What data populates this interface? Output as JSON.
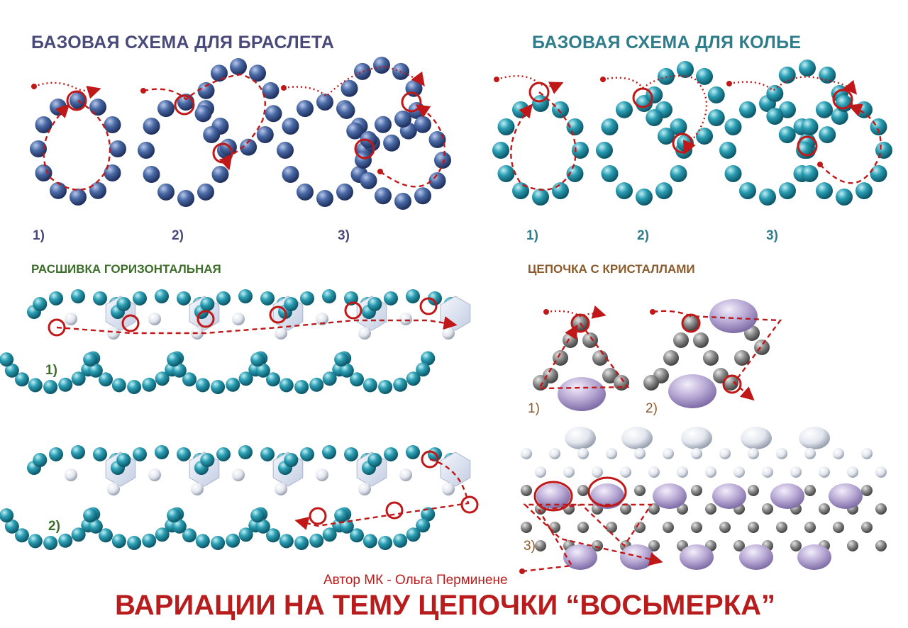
{
  "bracelet": {
    "title": "БАЗОВАЯ СХЕМА ДЛЯ БРАСЛЕТА",
    "steps": [
      "1)",
      "2)",
      "3)"
    ],
    "bead_color": "#3f5d96"
  },
  "necklace": {
    "title": "БАЗОВАЯ СХЕМА ДЛЯ КОЛЬЕ",
    "steps": [
      "1)",
      "2)",
      "3)"
    ],
    "bead_color": "#2a93a8"
  },
  "horizontal": {
    "title": "РАСШИВКА ГОРИЗОНТАЛЬНАЯ",
    "steps": [
      "1)",
      "2)"
    ],
    "bead_color": "#2a93a8"
  },
  "crystals": {
    "title": "ЦЕПОЧКА С КРИСТАЛЛАМИ",
    "steps": [
      "1)",
      "2)",
      "3)"
    ],
    "bead_color": "#8a8a8a",
    "crystal_color": "#b7a8d4"
  },
  "footer": {
    "author": "Автор МК - Ольга Перминене",
    "main_title": "ВАРИАЦИИ НА ТЕМУ ЦЕПОЧКИ “ВОСЬМЕРКА”"
  },
  "colors": {
    "thread": "#c01818",
    "bracelet_title": "#4a4a7a",
    "necklace_title": "#2f7d8a",
    "horizontal_title": "#3c6e2a",
    "crystals_title": "#8a5a2a",
    "main_title": "#b81c1c"
  }
}
